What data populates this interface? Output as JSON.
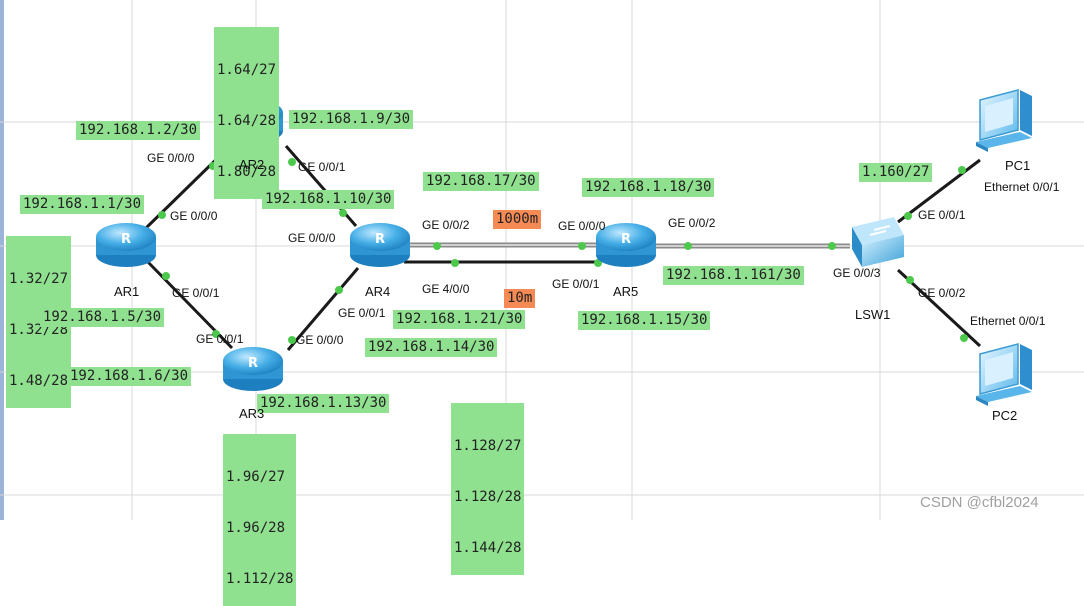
{
  "devices": {
    "ar1": "AR1",
    "ar2": "AR2",
    "ar3": "AR3",
    "ar4": "AR4",
    "ar5": "AR5",
    "lsw1": "LSW1",
    "pc1": "PC1",
    "pc2": "PC2"
  },
  "ip_labels": {
    "ar2_e1": "192.168.1.2/30",
    "ar1_e1": "192.168.1.1/30",
    "ar2_e2": "192.168.1.9/30",
    "ar4_e2": "192.168.1.10/30",
    "ar4_e5": "192.168.17/30",
    "ar5_e5": "192.168.1.18/30",
    "ar1_e3": "192.168.1.5/30",
    "ar3_e3": "192.168.1.6/30",
    "ar3_e4": "192.168.1.13/30",
    "ar4_e4": "192.168.1.14/30",
    "ar4_e6": "192.168.1.21/30",
    "ar5_e6": "192.168.1.15/30",
    "ar5_lsw": "192.168.1.161/30",
    "pc_net": "1.160/27"
  },
  "subnet_blocks": {
    "top": [
      "1.64/27",
      "1.64/28",
      "1.80/28"
    ],
    "left": [
      "1.32/27",
      "1.32/28",
      "1.48/28"
    ],
    "bottom_left": [
      "1.96/27",
      "1.96/28",
      "1.112/28"
    ],
    "bottom_mid": [
      "1.128/27",
      "1.128/28",
      "1.144/28"
    ]
  },
  "bandwidth": {
    "fast": "1000m",
    "slow": "10m"
  },
  "ports": {
    "ar2_gi000": "GE 0/0/0",
    "ar1_gi000": "GE 0/0/0",
    "ar2_gi001": "GE 0/0/1",
    "ar4_gi000": "GE 0/0/0",
    "ar4_gi002": "GE 0/0/2",
    "ar5_gi000": "GE 0/0/0",
    "ar5_gi002": "GE 0/0/2",
    "ar1_gi001": "GE 0/0/1",
    "ar4_gi400": "GE 4/0/0",
    "ar5_gi001": "GE 0/0/1",
    "ar4_gi001": "GE 0/0/1",
    "ar3_gi001": "GE 0/0/1",
    "ar3_gi000": "GE 0/0/0",
    "lsw_gi001": "GE 0/0/1",
    "lsw_gi003": "GE 0/0/3",
    "lsw_gi002": "GE 0/0/2",
    "pc1_eth": "Ethernet 0/0/1",
    "pc2_eth": "Ethernet 0/0/1"
  },
  "watermark": "CSDN @cfbl2024",
  "colors": {
    "label_green": "#8fe08f",
    "label_orange": "#f58a55",
    "link": "#1a1a1a",
    "port_dot": "#4cc94c",
    "router_blue": "#3da6e0",
    "grid": "#d8d8d8"
  },
  "icons": {
    "router": "router-icon",
    "switch": "switch-icon",
    "pc": "pc-icon"
  }
}
